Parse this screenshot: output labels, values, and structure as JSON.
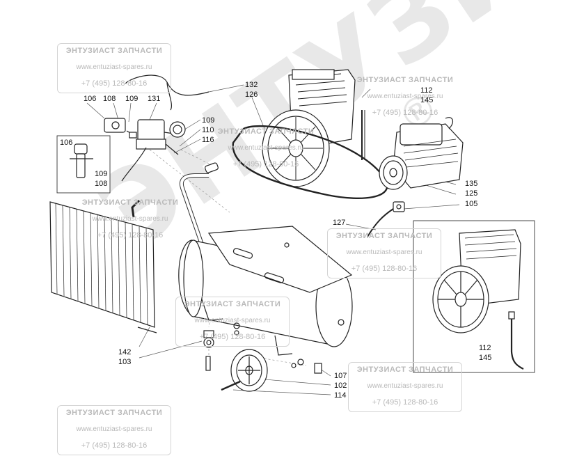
{
  "brand_watermark": {
    "big_text": "ЭНТУЗИАСТ",
    "reg_mark": "®"
  },
  "watermark_box": {
    "title": "ЭНТУЗИАСТ ЗАПЧАСТИ",
    "url": "www.entuziast-spares.ru",
    "phone": "+7 (495) 128-80-16"
  },
  "callouts": {
    "c132": "132",
    "c126": "126",
    "c131": "131",
    "c106a": "106",
    "c108a": "108",
    "c109a": "109",
    "c109b": "109",
    "c110": "110",
    "c116": "116",
    "c106b": "106",
    "c109c": "109",
    "c108b": "108",
    "c112a": "112",
    "c145a": "145",
    "c135": "135",
    "c125": "125",
    "c105": "105",
    "c127": "127",
    "c142": "142",
    "c103": "103",
    "c107": "107",
    "c102": "102",
    "c114": "114",
    "c112b": "112",
    "c145b": "145"
  }
}
